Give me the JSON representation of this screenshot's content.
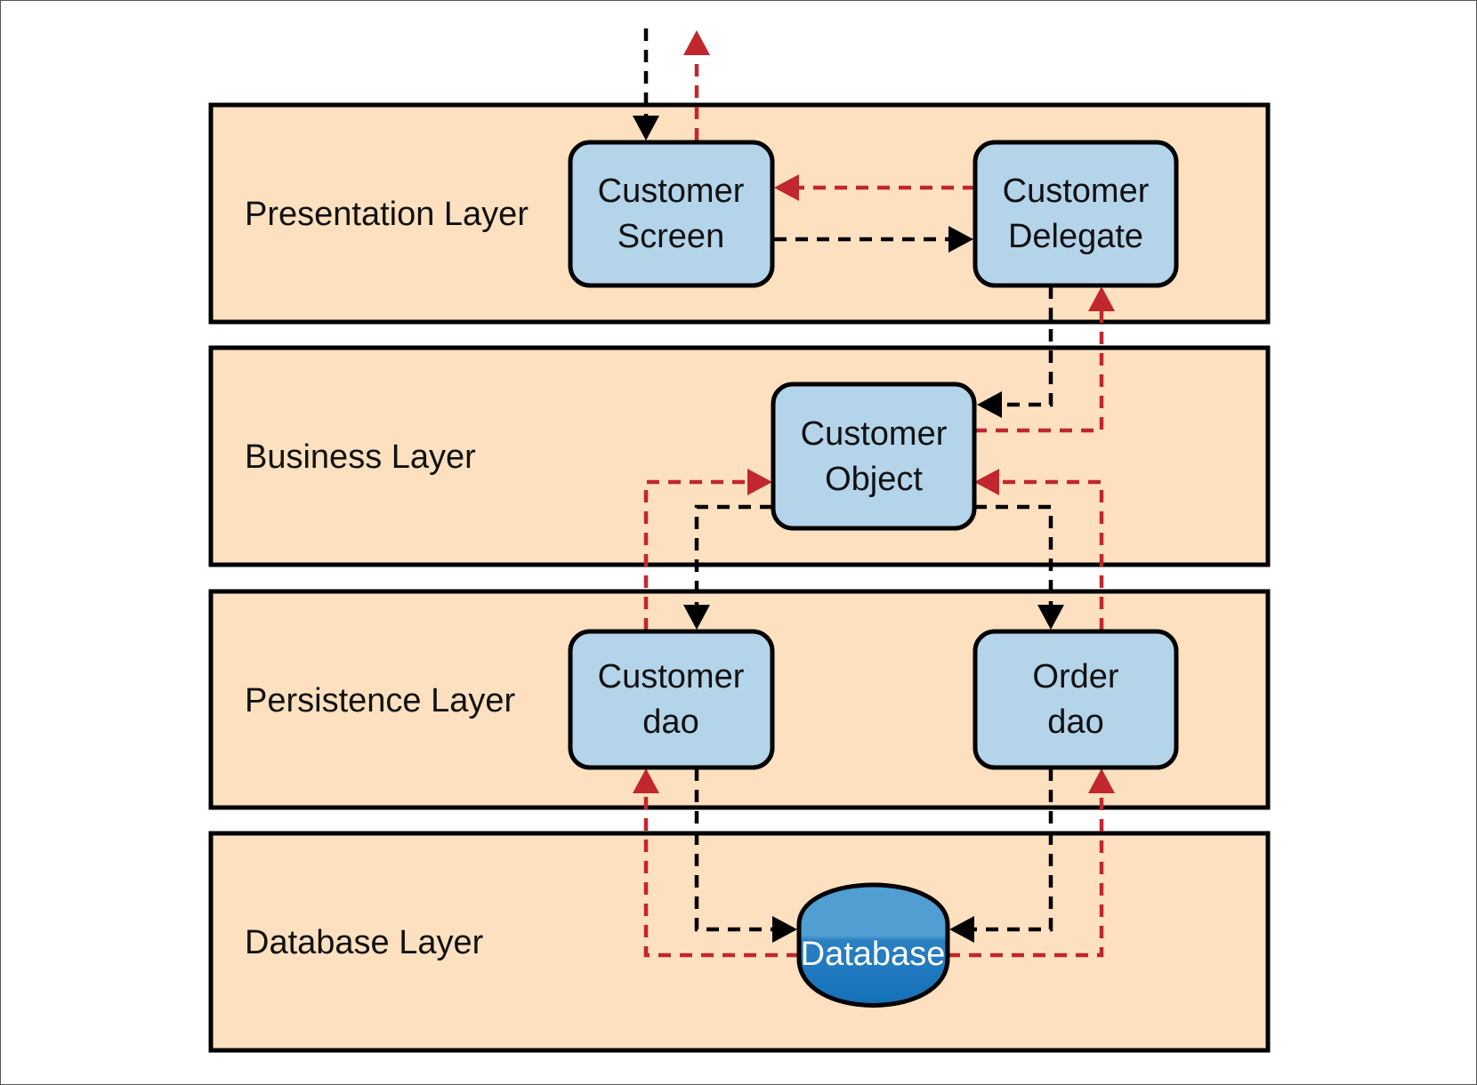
{
  "diagram": {
    "type": "layered-architecture",
    "colors": {
      "layer_fill": "#fde0bf",
      "component_fill": "#b4d4ea",
      "database_top": "#519fd2",
      "database_bottom": "#1470b8",
      "request_arrow": "#000000",
      "response_arrow": "#c1272d",
      "outline": "#000000"
    },
    "layers": [
      {
        "id": "presentation",
        "label": "Presentation Layer"
      },
      {
        "id": "business",
        "label": "Business Layer"
      },
      {
        "id": "persistence",
        "label": "Persistence Layer"
      },
      {
        "id": "database",
        "label": "Database Layer"
      }
    ],
    "components": [
      {
        "id": "customer-screen",
        "layer": "presentation",
        "lines": [
          "Customer",
          "Screen"
        ]
      },
      {
        "id": "customer-delegate",
        "layer": "presentation",
        "lines": [
          "Customer",
          "Delegate"
        ]
      },
      {
        "id": "customer-object",
        "layer": "business",
        "lines": [
          "Customer",
          "Object"
        ]
      },
      {
        "id": "customer-dao",
        "layer": "persistence",
        "lines": [
          "Customer",
          "dao"
        ]
      },
      {
        "id": "order-dao",
        "layer": "persistence",
        "lines": [
          "Order",
          "dao"
        ]
      },
      {
        "id": "database",
        "layer": "database",
        "lines": [
          "Database"
        ],
        "shape": "cylinder"
      }
    ],
    "flows": [
      {
        "kind": "request",
        "from": "external",
        "to": "customer-screen"
      },
      {
        "kind": "request",
        "from": "customer-screen",
        "to": "customer-delegate"
      },
      {
        "kind": "request",
        "from": "customer-delegate",
        "to": "customer-object"
      },
      {
        "kind": "request",
        "from": "customer-object",
        "to": "customer-dao"
      },
      {
        "kind": "request",
        "from": "customer-object",
        "to": "order-dao"
      },
      {
        "kind": "request",
        "from": "customer-dao",
        "to": "database"
      },
      {
        "kind": "request",
        "from": "order-dao",
        "to": "database"
      },
      {
        "kind": "response",
        "from": "database",
        "to": "customer-dao"
      },
      {
        "kind": "response",
        "from": "database",
        "to": "order-dao"
      },
      {
        "kind": "response",
        "from": "customer-dao",
        "to": "customer-object"
      },
      {
        "kind": "response",
        "from": "order-dao",
        "to": "customer-object"
      },
      {
        "kind": "response",
        "from": "customer-object",
        "to": "customer-delegate"
      },
      {
        "kind": "response",
        "from": "customer-delegate",
        "to": "customer-screen"
      },
      {
        "kind": "response",
        "from": "customer-screen",
        "to": "external"
      }
    ]
  }
}
